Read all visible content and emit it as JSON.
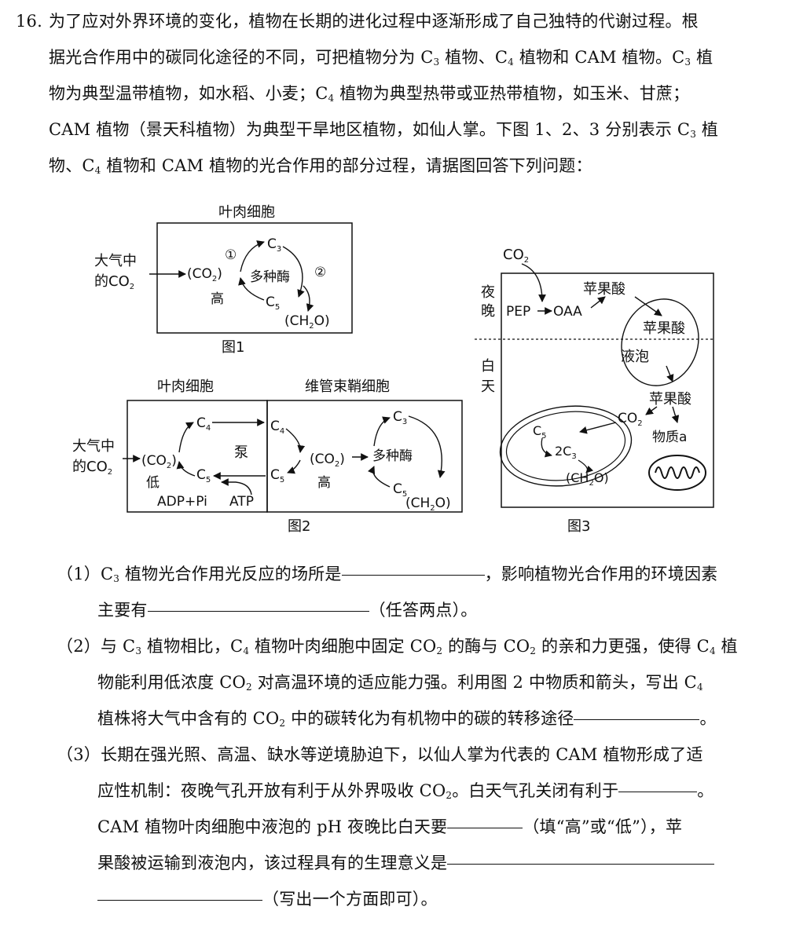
{
  "question": {
    "number": "16.",
    "stem_lines": [
      [
        "为了应对外界环境的变化，植物在长期的进化过程中逐渐形成了自己独特的代谢过程。根"
      ],
      [
        "据光合作用中的碳同化途径的不同，可把植物分为 C",
        "3",
        " 植物、C",
        "4",
        " 植物和 CAM 植物。C",
        "3",
        " 植"
      ],
      [
        "物为典型温带植物，如水稻、小麦；C",
        "4",
        " 植物为典型热带或亚热带植物，如玉米、甘蔗；"
      ],
      [
        "CAM 植物（景天科植物）为典型干旱地区植物，如仙人掌。下图 1、2、3 分别表示 C",
        "3",
        " 植"
      ],
      [
        "物、C",
        "4",
        " 植物和 CAM 植物的光合作用的部分过程，请据图回答下列问题："
      ]
    ],
    "sub_questions": [
      [
        "（1）C",
        "3",
        " 植物光合作用光反应的场所是",
        "__",
        "，影响植物光合作用的环境因素"
      ],
      [
        "主要有",
        "__",
        "（任答两点）。"
      ],
      [
        "（2）与 C",
        "3",
        " 植物相比，C",
        "4",
        " 植物叶肉细胞中固定 CO",
        "2",
        " 的酶与 CO",
        "2",
        " 的亲和力更强，使得 C",
        "4",
        " 植"
      ],
      [
        "物能利用低浓度 CO",
        "2",
        " 对高温环境的适应能力强。利用图 2 中物质和箭头，写出 C",
        "4"
      ],
      [
        "植株将大气中含有的 CO",
        "2",
        " 中的碳转化为有机物中的碳的转移途径",
        "__",
        "。"
      ],
      [
        "（3）长期在强光照、高温、缺水等逆境胁迫下，以仙人掌为代表的 CAM 植物形成了适"
      ],
      [
        "应性机制：夜晚气孔开放有利于从外界吸收 CO",
        "2",
        "。白天气孔关闭有利于",
        "__",
        "。"
      ],
      [
        "CAM 植物叶肉细胞中液泡的 pH 夜晚比白天要",
        "__",
        "（填“高”或“低”），苹"
      ],
      [
        "果酸被运输到液泡内，该过程具有的生理意义是",
        "__"
      ],
      [
        "__",
        "（写出一个方面即可）。"
      ]
    ]
  },
  "fig1": {
    "cell_label": "叶肉细胞",
    "atm_line1": "大气中",
    "atm_line2": "的CO",
    "co2_in": "(CO",
    "high": "高",
    "c3": "C",
    "c5": "C",
    "step1": "①",
    "step2": "②",
    "enzyme": "多种酶",
    "ch2o": "(CH",
    "caption": "图1"
  },
  "fig2": {
    "left_label": "叶肉细胞",
    "right_label": "维管束鞘细胞",
    "atm_line1": "大气中",
    "atm_line2": "的CO",
    "co2_low": "(CO",
    "low": "低",
    "c4": "C",
    "c5": "C",
    "pump": "泵",
    "adp": "ADP+Pi",
    "atp": "ATP",
    "c4_right": "C",
    "c5_right": "C",
    "co2_high": "(CO",
    "high": "高",
    "c3": "C",
    "enzyme": "多种酶",
    "c5_cycle": "C",
    "ch2o": "(CH",
    "caption": "图2"
  },
  "fig3": {
    "co2_top": "CO",
    "night_1": "夜",
    "night_2": "晚",
    "day_1": "白",
    "day_2": "天",
    "pep": "PEP",
    "oaa": "OAA",
    "malic_1": "苹果酸",
    "malic_2": "苹果酸",
    "vacuole": "液泡",
    "malic_3": "苹果酸",
    "co2_mid": "CO",
    "substance": "物质a",
    "c5": "C",
    "c3": "2C",
    "ch2o": "(CH",
    "caption": "图3"
  }
}
